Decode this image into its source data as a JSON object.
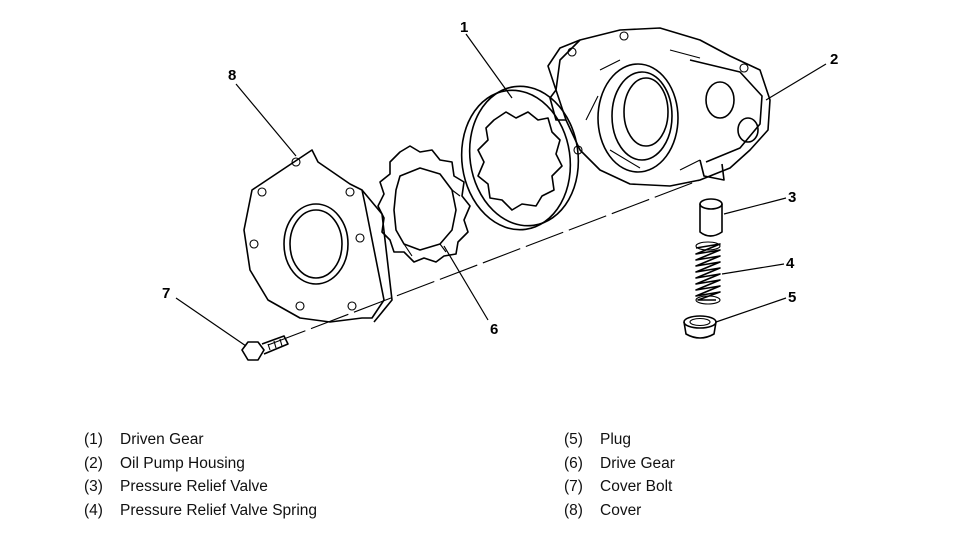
{
  "callouts": {
    "c1": "1",
    "c2": "2",
    "c3": "3",
    "c4": "4",
    "c5": "5",
    "c6": "6",
    "c7": "7",
    "c8": "8"
  },
  "legend": {
    "left": [
      {
        "num": "(1)",
        "label": "Driven Gear"
      },
      {
        "num": "(2)",
        "label": "Oil Pump Housing"
      },
      {
        "num": "(3)",
        "label": "Pressure Relief Valve"
      },
      {
        "num": "(4)",
        "label": "Pressure Relief Valve Spring"
      }
    ],
    "right": [
      {
        "num": "(5)",
        "label": "Plug"
      },
      {
        "num": "(6)",
        "label": "Drive Gear"
      },
      {
        "num": "(7)",
        "label": "Cover Bolt"
      },
      {
        "num": "(8)",
        "label": "Cover"
      }
    ]
  }
}
